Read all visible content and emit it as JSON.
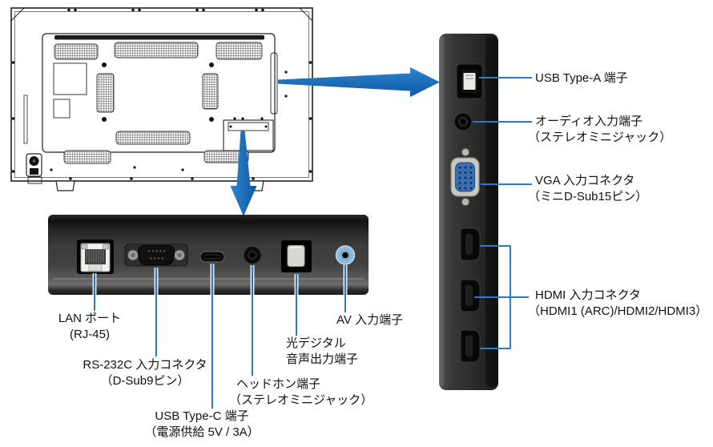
{
  "diagram_title": "monitor-rear-and-port-diagram",
  "colors": {
    "arrow_blue_light": "#2f86cc",
    "arrow_blue_dark": "#0d57a6",
    "leader_blue": "#2b7bc0",
    "label_text": "#121212",
    "panel_dark": "#2d2d2d",
    "vga_blue": "#3a6cb0",
    "av_jack_blue": "#8fbcdc"
  },
  "rear_view": {
    "ports_indicated": [
      "side-port-strip",
      "bottom-port-recess"
    ]
  },
  "side_panel": {
    "ports": [
      "usb-type-a-port",
      "audio-input-jack",
      "vga-connector",
      "hdmi-port-1",
      "hdmi-port-2",
      "hdmi-port-3"
    ],
    "labels": [
      {
        "line1": "USB Type-A 端子",
        "line2": ""
      },
      {
        "line1": "オーディオ入力端子",
        "line2": "（ステレオミニジャック）"
      },
      {
        "line1": "VGA 入力コネクタ",
        "line2": "（ミニD-Sub15ピン）"
      },
      {
        "line1": "HDMI 入力コネクタ",
        "line2": "（HDMI1 (ARC)/HDMI2/HDMI3）"
      }
    ]
  },
  "bottom_panel": {
    "ports": [
      "lan-port",
      "rs232c-connector",
      "usb-type-c-port",
      "headphone-jack",
      "optical-audio-out-port",
      "av-input-jack"
    ],
    "labels": [
      {
        "line1": "LAN ポート",
        "line2": "(RJ-45)"
      },
      {
        "line1": "RS-232C 入力コネクタ",
        "line2": "（D-Sub9ピン）"
      },
      {
        "line1": "USB Type-C 端子",
        "line2": "（電源供給  5V / 3A）"
      },
      {
        "line1": "ヘッドホン端子",
        "line2": "（ステレオミニジャック）"
      },
      {
        "line1": "光デジタル",
        "line2": "音声出力端子"
      },
      {
        "line1": "AV 入力端子",
        "line2": ""
      }
    ]
  }
}
